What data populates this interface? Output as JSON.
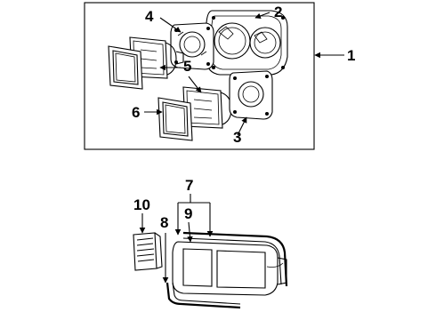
{
  "diagram": {
    "callouts": {
      "c1": "1",
      "c2": "2",
      "c3": "3",
      "c4": "4",
      "c5": "5",
      "c6": "6",
      "c7": "7",
      "c8": "8",
      "c9": "9",
      "c10": "10"
    },
    "colors": {
      "ink": "#000000",
      "paper": "#ffffff"
    }
  }
}
